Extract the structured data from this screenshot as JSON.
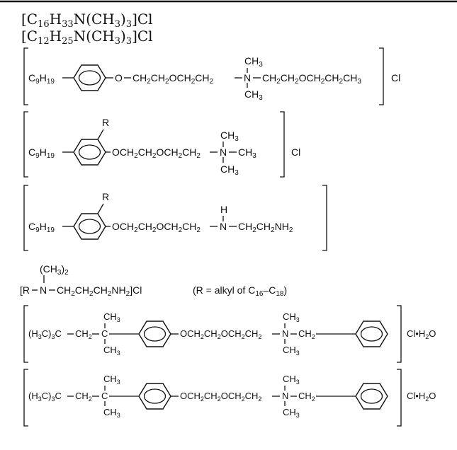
{
  "formula_1": "[C16H33N(CH3)3]Cl",
  "formula_2": "[C12H25N(CH3)3]Cl",
  "struct_1": {
    "left_group": "C9H19",
    "chain_a": "O - CH2CH2OCH2CH2",
    "ammonium_n": "N",
    "n_substituents": [
      "CH3",
      "CH3"
    ],
    "chain_b": "CH2CH2OCH2CH2CH3",
    "counter_ion": "Cl"
  },
  "struct_2": {
    "left_group": "C9H19",
    "ring_substituent": "R",
    "chain": "OCH2CH2OCH2CH2",
    "ammonium_n": "N",
    "n_substituents": [
      "CH3",
      "CH3",
      "CH3"
    ],
    "counter_ion": "Cl"
  },
  "struct_3": {
    "left_group": "C9H19",
    "ring_substituent": "R",
    "chain": "OCH2CH2OCH2CH2",
    "amine_h": "H",
    "amine_n": "N",
    "tail": "CH2CH2NH2"
  },
  "struct_4": {
    "n_substituent": "(CH3)2",
    "formula": "[R - N - CH2CH2CH2NH2]Cl",
    "note": "(R = alkyl of C16–C18)"
  },
  "struct_5": {
    "left_group": "(H3C)3C - CH2 - C",
    "c_substituents": [
      "CH3",
      "CH3"
    ],
    "chain": "OCH2CH2OCH2CH2",
    "ammonium_n": "N",
    "n_substituents": [
      "CH3",
      "CH3"
    ],
    "linker": "CH2",
    "counter_ion": "Cl•H2O"
  },
  "struct_6": {
    "left_group": "(H3C)3C - CH2 - C",
    "c_substituents": [
      "CH3",
      "CH3"
    ],
    "chain": "OCH2CH2OCH2CH2",
    "ammonium_n": "N",
    "n_substituents": [
      "CH3",
      "CH3"
    ],
    "linker": "CH2",
    "counter_ion": "Cl•H2O"
  }
}
